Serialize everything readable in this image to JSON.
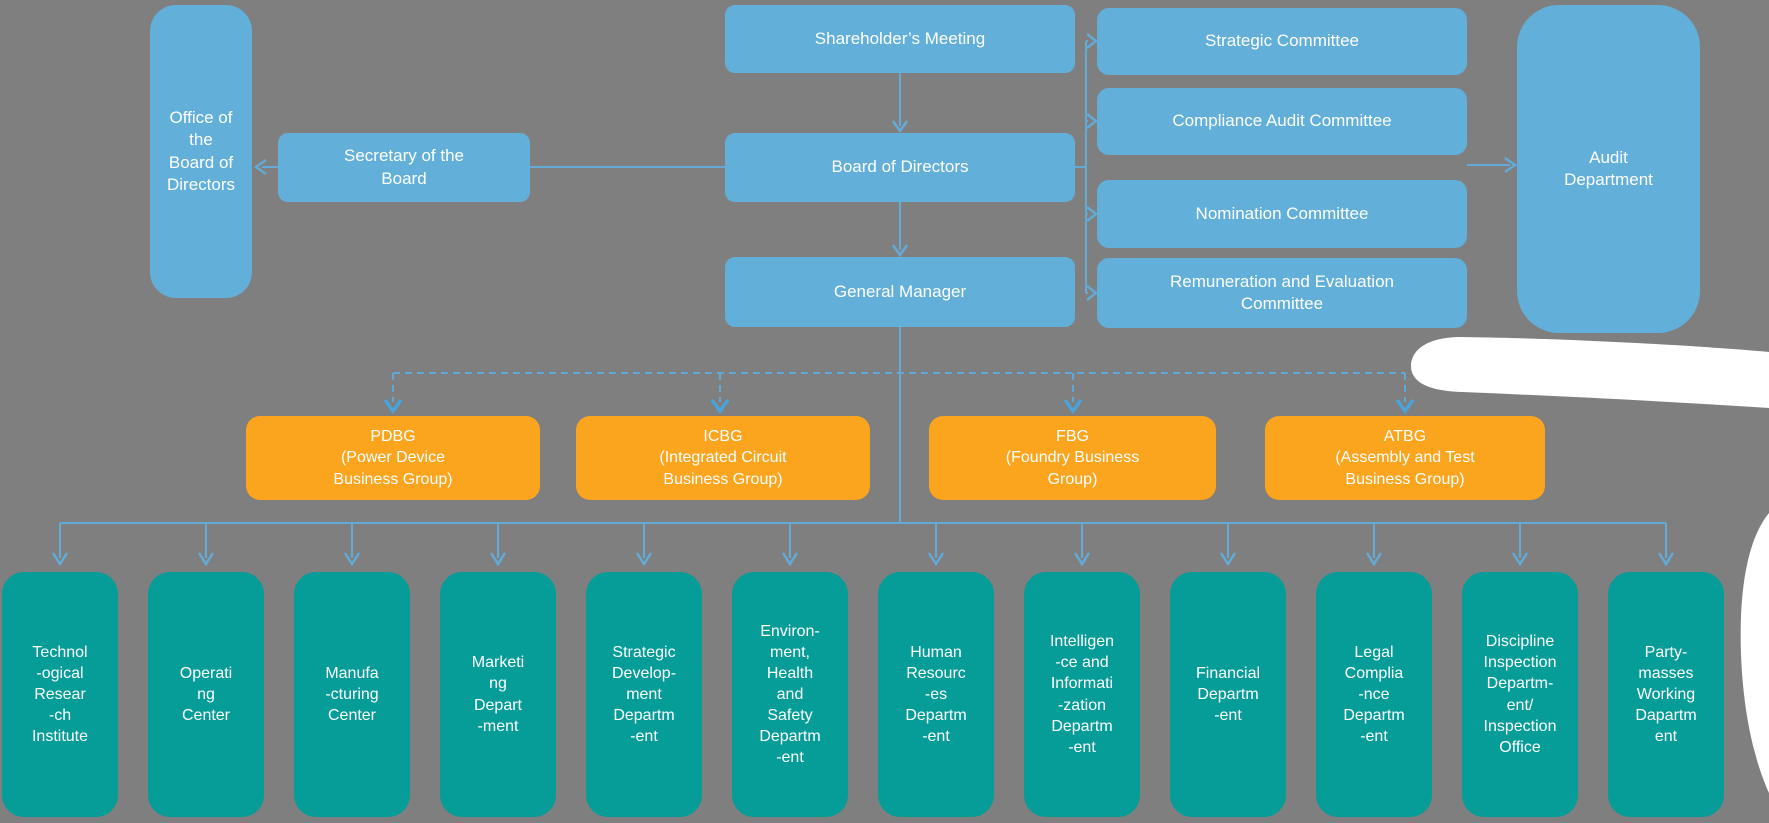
{
  "chart_title": "Corporate organization chart",
  "colors": {
    "background": "#7f7f7f",
    "management_box": "#62afd9",
    "business_group_box": "#fba41e",
    "department_box": "#069c98",
    "connector_line": "#64aad6",
    "text": "#ffffff",
    "whiteout": "#ffffff"
  },
  "top": {
    "office": {
      "label": "Office of\nthe\nBoard of\nDirectors"
    },
    "secretary": {
      "label": "Secretary of the\nBoard"
    },
    "shareholder": {
      "label": "Shareholder’s Meeting"
    },
    "board": {
      "label": "Board of Directors"
    },
    "general_manager": {
      "label": "General Manager"
    },
    "committees": [
      {
        "label": "Strategic Committee"
      },
      {
        "label": "Compliance Audit Committee"
      },
      {
        "label": "Nomination Committee"
      },
      {
        "label": "Remuneration and Evaluation\nCommittee"
      }
    ],
    "audit": {
      "label": "Audit\nDepartment"
    }
  },
  "business_groups": [
    {
      "label": "PDBG\n(Power Device\nBusiness Group)"
    },
    {
      "label": "ICBG\n(Integrated Circuit\nBusiness Group)"
    },
    {
      "label": "FBG\n(Foundry Business\nGroup)"
    },
    {
      "label": "ATBG\n(Assembly and Test\nBusiness Group)"
    }
  ],
  "departments": [
    {
      "label": "Technol\n-ogical\nResear\n-ch\nInstitute"
    },
    {
      "label": "Operati\nng\nCenter"
    },
    {
      "label": "Manufa\n-cturing\nCenter"
    },
    {
      "label": "Marketi\nng\nDepart\n-ment"
    },
    {
      "label": "Strategic\nDevelop-\nment\nDepartm\n-ent"
    },
    {
      "label": "Environ-\nment,\nHealth\nand\nSafety\nDepartm\n-ent"
    },
    {
      "label": "Human\nResourc\n-es\nDepartm\n-ent"
    },
    {
      "label": "Intelligen\n-ce and\nInformati\n-zation\nDepartm\n-ent"
    },
    {
      "label": "Financial\nDepartm\n-ent"
    },
    {
      "label": "Legal\nComplia\n-nce\nDepartm\n-ent"
    },
    {
      "label": "Discipline\nInspection\nDepartm-\nent/\nInspection\nOffice"
    },
    {
      "label": "Party-\nmasses\nWorking\nDapartm\nent"
    }
  ]
}
